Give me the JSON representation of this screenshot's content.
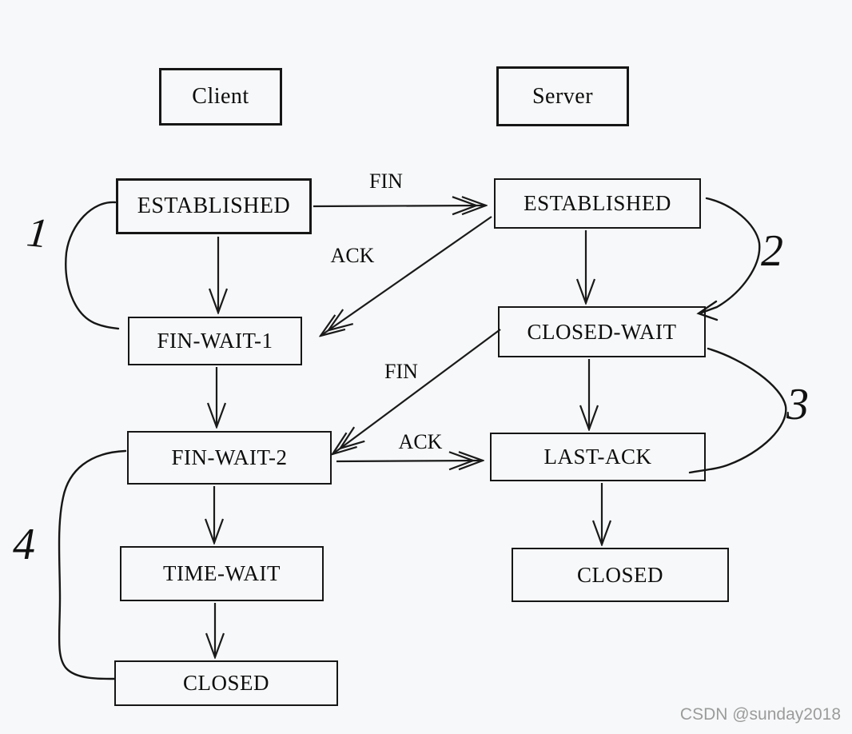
{
  "page": {
    "background": "#f7f8f9",
    "line_color": "#1a1a1a",
    "watermark_color": "#9b9b9b"
  },
  "headers": {
    "client": "Client",
    "server": "Server"
  },
  "client_states": {
    "established": "ESTABLISHED",
    "fin_wait_1": "FIN-WAIT-1",
    "fin_wait_2": "FIN-WAIT-2",
    "time_wait": "TIME-WAIT",
    "closed": "CLOSED"
  },
  "server_states": {
    "established": "ESTABLISHED",
    "closed_wait": "CLOSED-WAIT",
    "last_ack": "LAST-ACK",
    "closed": "CLOSED"
  },
  "messages": {
    "fin_1": "FIN",
    "ack_1": "ACK",
    "fin_2": "FIN",
    "ack_2": "ACK"
  },
  "step_annotations": {
    "step1": "1",
    "step2": "2",
    "step3": "3",
    "step4": "4"
  },
  "watermark": "CSDN @sunday2018"
}
